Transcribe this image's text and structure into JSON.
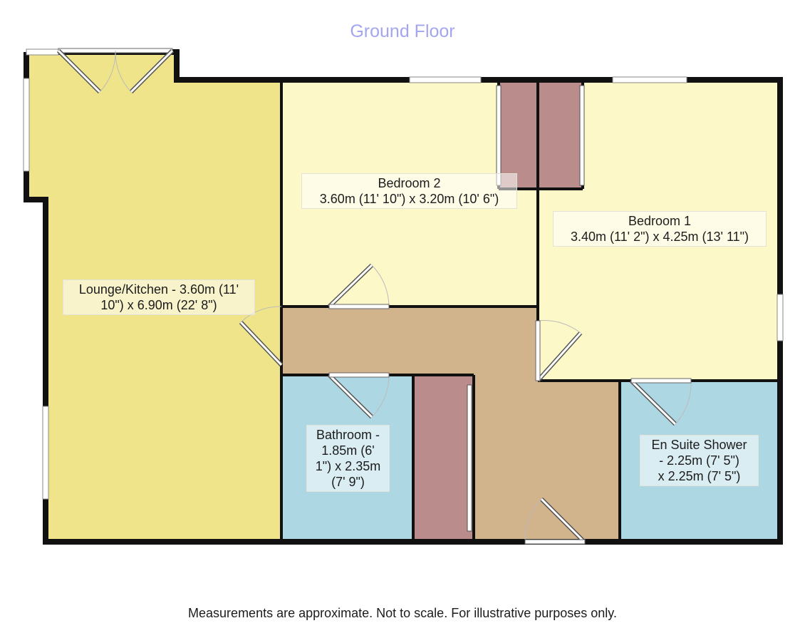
{
  "title": "Ground Floor",
  "rooms": {
    "lounge": {
      "line1": "Lounge/Kitchen - 3.60m (11'",
      "line2": "10\") x 6.90m (22' 8\")"
    },
    "bedroom2": {
      "line1": "Bedroom 2",
      "line2": "3.60m (11' 10\") x 3.20m (10' 6\")"
    },
    "bedroom1": {
      "line1": "Bedroom 1",
      "line2": "3.40m (11' 2\") x 4.25m (13' 11\")"
    },
    "bathroom": {
      "line1": "Bathroom -",
      "line2": "1.85m (6'",
      "line3": "1\") x 2.35m",
      "line4": "(7' 9\")"
    },
    "ensuite": {
      "line1": "En Suite Shower",
      "line2": "- 2.25m (7' 5\")",
      "line3": "x 2.25m (7' 5\")"
    }
  },
  "colors": {
    "lounge": "#f0e48a",
    "bedroom": "#fdf8c8",
    "hall": "#d1b38c",
    "bathroom": "#aed7e4",
    "cupboard": "#bb8c8c",
    "wall": "#111111",
    "title": "#a3a6ee"
  },
  "footer": "Measurements are approximate. Not to scale. For illustrative purposes only."
}
